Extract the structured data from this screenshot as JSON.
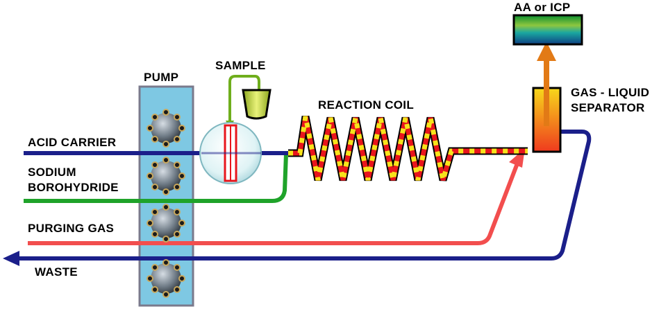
{
  "labels": {
    "pump": "PUMP",
    "sample": "SAMPLE",
    "reaction_coil": "REACTION COIL",
    "acid_carrier": "ACID CARRIER",
    "sodium": "SODIUM",
    "borohydride": "BOROHYDRIDE",
    "purging_gas": "PURGING GAS",
    "waste": "WASTE",
    "detector": "AA or ICP",
    "separator_line1": "GAS - LIQUID",
    "separator_line2": "SEPARATOR"
  },
  "colors": {
    "acid_line": "#1b1f8a",
    "borohydride_line": "#1fa32a",
    "purging_line": "#f24e4e",
    "waste_line": "#1b1f8a",
    "pump_fill": "#7ec8e3",
    "pump_border": "#7a7a8c",
    "coil_red": "#e8151c",
    "coil_yellow": "#f7e31b",
    "arrow_orange": "#e27a16"
  }
}
